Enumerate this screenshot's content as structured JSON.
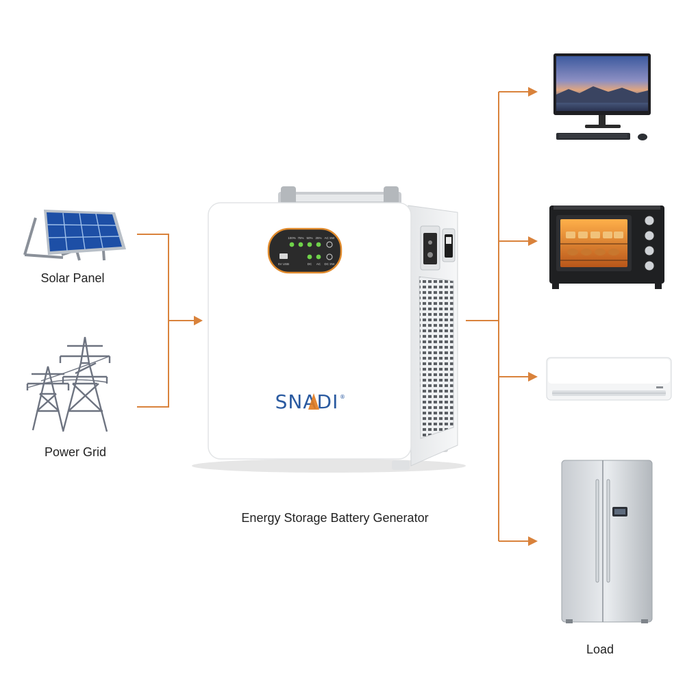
{
  "sources": [
    {
      "label": "Solar Panel",
      "icon": "solar-panel-icon"
    },
    {
      "label": "Power Grid",
      "icon": "power-grid-icon"
    }
  ],
  "device": {
    "caption": "Energy Storage Battery Generator",
    "brand": "SNADI",
    "brand_mark": "®",
    "panel_levels": [
      "100%",
      "75%",
      "50%",
      "25%"
    ],
    "panel_buttons": [
      "AC SW",
      "DC SW"
    ],
    "panel_ports": [
      "5V USB",
      "DC",
      "AC"
    ]
  },
  "loads": {
    "label": "Load",
    "items": [
      {
        "icon": "computer-monitor-icon"
      },
      {
        "icon": "toaster-oven-icon"
      },
      {
        "icon": "air-conditioner-icon"
      },
      {
        "icon": "refrigerator-icon"
      }
    ]
  },
  "colors": {
    "connector": "#d9823b",
    "panel_bg": "#2b2b2b",
    "panel_ring": "#e08a2c",
    "led": "#6fd34a",
    "brand_blue": "#2a5aa0",
    "brand_orange": "#e07a1f"
  }
}
